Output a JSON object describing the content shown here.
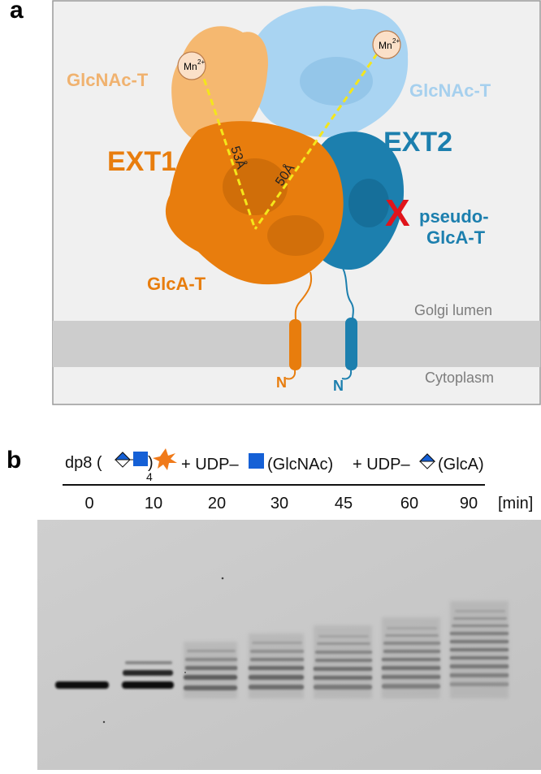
{
  "panel_a": {
    "letter": "a",
    "labels": {
      "glcnac_t_left": "GlcNAc-T",
      "glcnac_t_right": "GlcNAc-T",
      "ext1": "EXT1",
      "ext2": "EXT2",
      "glca_t": "GlcA-T",
      "pseudo_line1": "pseudo-",
      "pseudo_line2": "GlcA-T",
      "x_mark": "X",
      "distance_53": "53Å",
      "distance_50": "50Å",
      "mn_ion": "Mn",
      "mn_charge": "2+",
      "golgi_lumen": "Golgi lumen",
      "cytoplasm": "Cytoplasm",
      "n_term": "N"
    },
    "colors": {
      "ext1": "#e87d0d",
      "ext1_light": "#f5b870",
      "ext2": "#1c7fae",
      "ext2_light": "#a9d4f2",
      "distance_line": "#f4e61b",
      "x_mark": "#e0141b"
    }
  },
  "panel_b": {
    "letter": "b",
    "reaction": {
      "prefix": "dp8 (",
      "subscript": "4",
      "plus1": "+ UDP–",
      "glcnac": "(GlcNAc)",
      "plus2": "+ UDP–",
      "glca": "(GlcA)"
    },
    "unit": "[min]",
    "time_points": [
      "0",
      "10",
      "20",
      "30",
      "45",
      "60",
      "90"
    ]
  }
}
